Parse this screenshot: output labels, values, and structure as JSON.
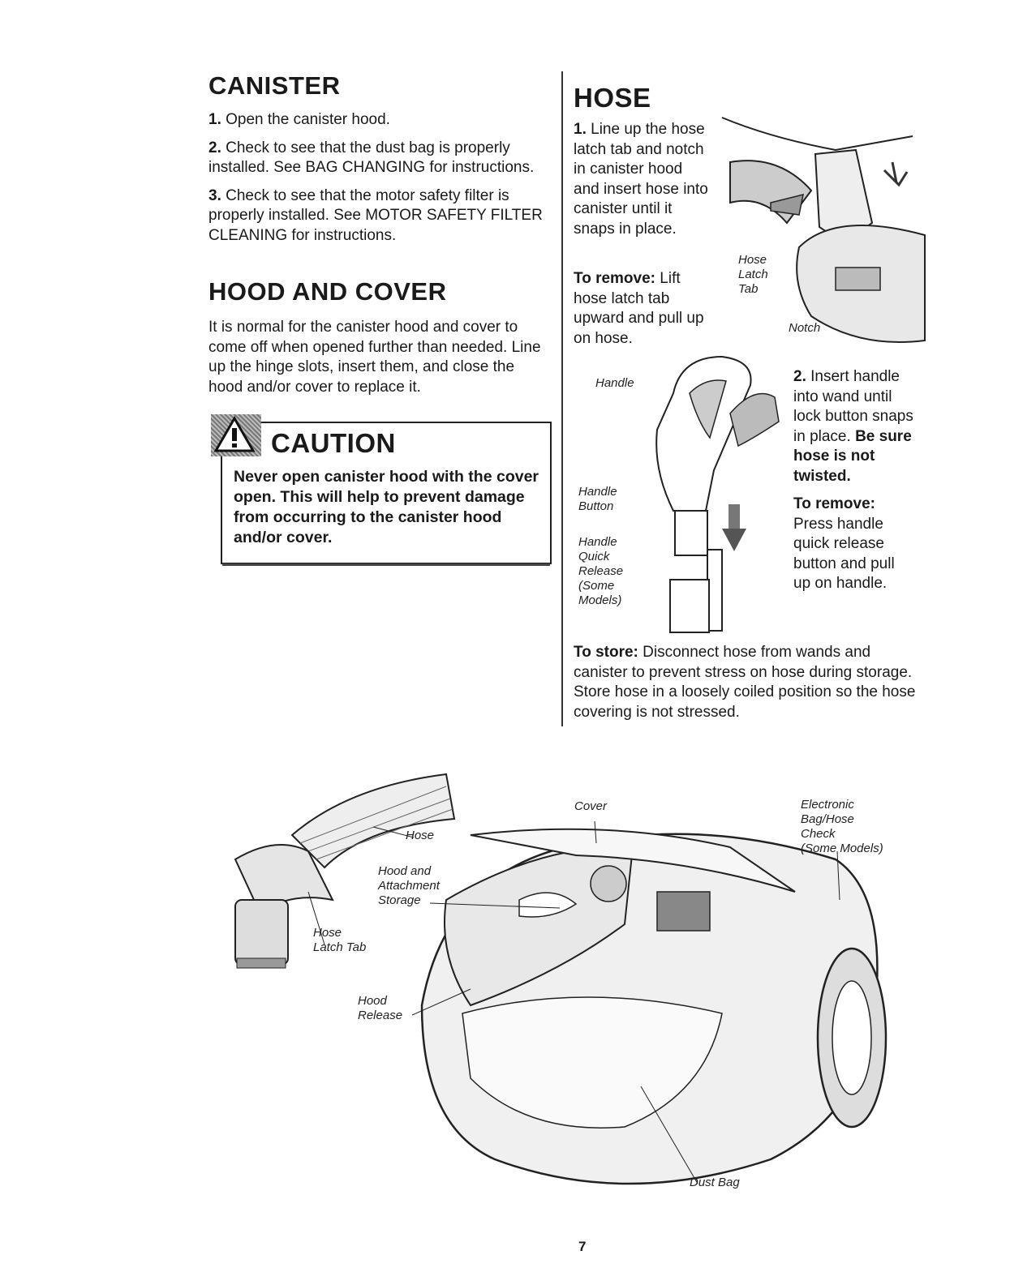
{
  "canister": {
    "title": "CANISTER",
    "step1_num": "1.",
    "step1": "Open the canister hood.",
    "step2_num": "2.",
    "step2": "Check to see that the dust bag is properly installed. See BAG CHANGING for instructions.",
    "step3_num": "3.",
    "step3": "Check to see that the motor safety filter is properly installed. See MOTOR SAFETY FILTER CLEANING for instructions."
  },
  "hood_cover": {
    "title": "HOOD AND COVER",
    "text": "It is normal for the canister hood and cover to come off when opened further than needed. Line up the hinge slots, insert them, and close the hood and/or cover to replace it."
  },
  "caution": {
    "title": "CAUTION",
    "text": "Never open canister hood with the cover open. This will help to prevent damage from occurring to the canister hood and/or cover."
  },
  "hose": {
    "title": "HOSE",
    "step1_num": "1.",
    "step1": "Line up the hose latch tab and notch in canister hood and insert hose into canister until it snaps in place.",
    "remove1_label": "To remove:",
    "remove1": "Lift hose latch tab upward and pull up on hose.",
    "step2_num": "2.",
    "step2": "Insert handle into wand until lock button snaps in place.",
    "step2_bold": "Be sure hose is not twisted.",
    "remove2_label": "To remove:",
    "remove2": "Press handle quick release button and pull up on handle.",
    "store_label": "To store:",
    "store": "Disconnect hose from wands and canister to prevent stress on hose during storage. Store hose in a loosely coiled position so the hose covering is not stressed."
  },
  "labels": {
    "hose_latch_tab_1": "Hose",
    "hose_latch_tab_2": "Latch",
    "hose_latch_tab_3": "Tab",
    "notch": "Notch",
    "handle": "Handle",
    "handle_button_1": "Handle",
    "handle_button_2": "Button",
    "quick_release_1": "Handle",
    "quick_release_2": "Quick",
    "quick_release_3": "Release",
    "quick_release_4": "(Some",
    "quick_release_5": "Models)",
    "cover": "Cover",
    "electronic_1": "Electronic",
    "electronic_2": "Bag/Hose",
    "electronic_3": "Check",
    "electronic_4": "(Some Models)",
    "hose": "Hose",
    "storage_1": "Hood and",
    "storage_2": "Attachment",
    "storage_3": "Storage",
    "latch_1": "Hose",
    "latch_2": "Latch Tab",
    "hood_release_1": "Hood",
    "hood_release_2": "Release",
    "dust_bag": "Dust Bag"
  },
  "page_number": "7"
}
